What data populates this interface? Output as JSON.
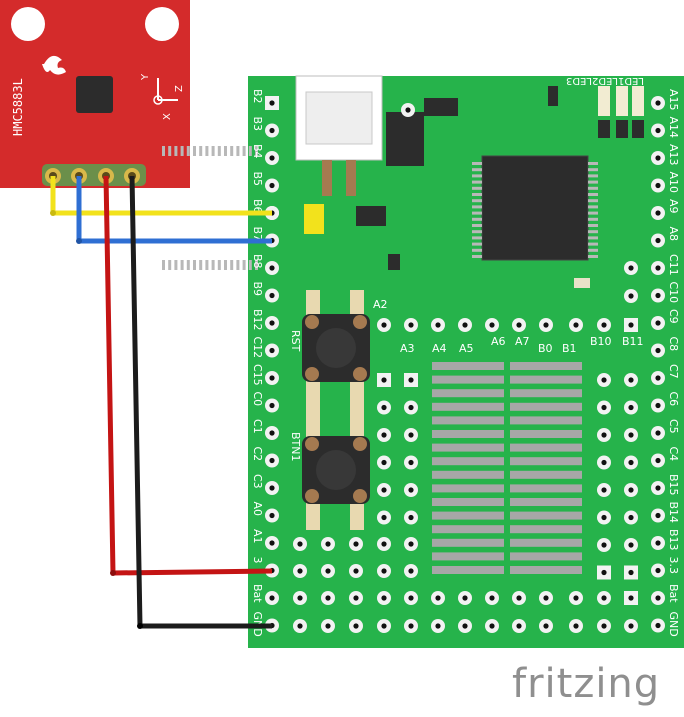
{
  "brand": "fritzing",
  "sensor": {
    "chip_label": "HMC5883L",
    "axis_x": "X",
    "axis_y": "Y",
    "axis_z": "Z"
  },
  "board": {
    "left_pins": [
      "B2",
      "B3",
      "B4",
      "B5",
      "B6",
      "B7",
      "B8",
      "B9",
      "B12",
      "C12",
      "C15",
      "C0",
      "C1",
      "C2",
      "C3",
      "A0",
      "A1",
      "3",
      "Bat",
      "GND"
    ],
    "right_pins": [
      "A15",
      "A14",
      "A13",
      "A10",
      "A9",
      "A8",
      "C11",
      "C10",
      "C9",
      "C8",
      "C7",
      "C6",
      "C5",
      "C4",
      "B15",
      "B14",
      "B13",
      "3.3",
      "Bat",
      "GND"
    ],
    "led_labels": [
      "LED1",
      "LED2",
      "LED3"
    ],
    "button_rst": "RST",
    "button_btn1": "BTN1",
    "row_labels_top": [
      "A2"
    ],
    "row_labels": [
      "A3",
      "A4",
      "A5",
      "A6",
      "A7",
      "B0",
      "B1",
      "B10",
      "B11"
    ]
  },
  "colors": {
    "board": "#26b34b",
    "sensor": "#d42b2b",
    "wire_yellow": "#f2e21c",
    "wire_blue": "#2f6fd3",
    "wire_red": "#c41414",
    "wire_black": "#1c1c1c"
  }
}
